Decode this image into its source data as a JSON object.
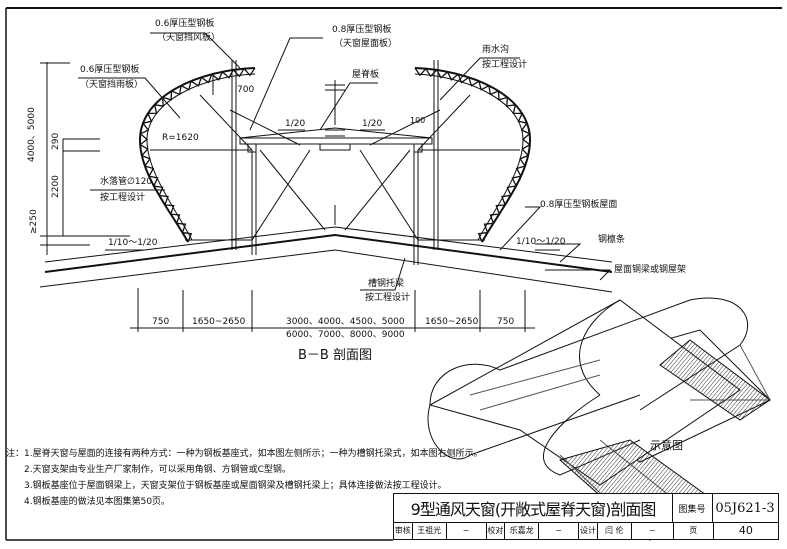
{
  "labels": {
    "wind_plate": [
      "0.6厚压型钢板",
      "（天窗挡风板）"
    ],
    "rain_plate": [
      "0.6厚压型钢板",
      "（天窗挡雨板）"
    ],
    "roof_plate": [
      "0.8厚压型钢板",
      "（天窗屋面板）"
    ],
    "ridge_plate": "屋脊板",
    "gutter": [
      "雨水沟",
      "按工程设计"
    ],
    "downpipe": [
      "水落管∅120",
      "按工程设计"
    ],
    "radius": "R=1620",
    "dim_700": "700",
    "dim_100": "100",
    "slope_1_20a": "1/20",
    "slope_1_20b": "1/20",
    "slope_left": "1/10～1/20",
    "slope_right": "1/10～1/20",
    "roof_deck": "0.8厚压型钢板屋面",
    "purlin": "钢檩条",
    "beam": "屋面钢梁或钢屋架",
    "channel": [
      "槽钢托梁",
      "按工程设计"
    ],
    "vdim_total": "4000、5000",
    "vdim_290": "290",
    "vdim_2200": "2200",
    "vdim_250": "≥250"
  },
  "dimensions": [
    "750",
    "1650~2650",
    "3000、4000、4500、5000",
    "6000、7000、8000、9000",
    "1650~2650",
    "750"
  ],
  "section_title": "B－B 剖面图",
  "sketch_title": "示意图",
  "notes": [
    "注：1.屋脊天窗与屋面的连接有两种方式：一种为钢板基座式，如本图左侧所示；一种为槽钢托梁式，如本图右侧所示。",
    "2.天窗支架由专业生产厂家制作，可以采用角钢、方钢管或C型钢。",
    "3.钢板基座位于屋面钢梁上，天窗支架位于钢板基座或屋面钢梁及槽钢托梁上；具体连接做法按工程设计。",
    "4.钢板基座的做法见本图集第50页。"
  ],
  "title_block": {
    "title": "9型通风天窗(开敞式屋脊天窗)剖面图",
    "atlas_label": "图集号",
    "atlas_no": "05J621-3",
    "review_label": "审核",
    "reviewer": "王祖光",
    "check_label": "校对",
    "checker": "乐嘉龙",
    "design_label": "设计",
    "designer": "闫 伦",
    "page_label": "页",
    "page_no": "40"
  }
}
